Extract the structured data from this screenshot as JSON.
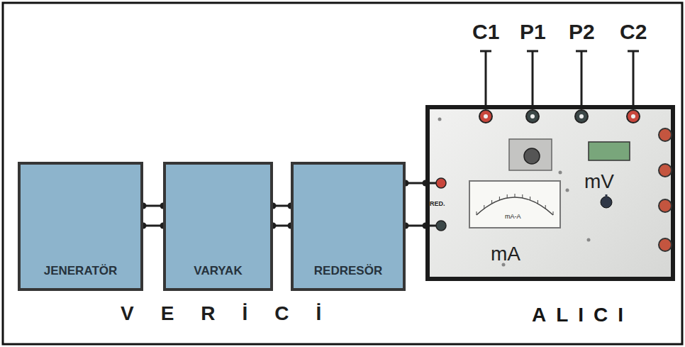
{
  "diagram": {
    "nodes": [
      {
        "text": [
          "JENERATÖR"
        ]
      },
      {
        "text": [
          "VARYAK"
        ]
      },
      {
        "text": [
          "REDRESÖR"
        ]
      },
      {
        "text": [
          "RED.",
          "mA-A",
          "mA",
          "mV",
          "ALICI"
        ]
      }
    ],
    "edges": [
      {
        "from": 0,
        "to": 1,
        "arrow": "none"
      },
      {
        "from": 0,
        "to": 1,
        "arrow": "none"
      },
      {
        "from": 1,
        "to": 2,
        "arrow": "none"
      },
      {
        "from": 1,
        "to": 2,
        "arrow": "none"
      },
      {
        "from": 2,
        "to": 3,
        "arrow": "none"
      },
      {
        "from": 2,
        "to": 3,
        "arrow": "none"
      }
    ],
    "labels": [
      "C1",
      "P1",
      "P2",
      "C2",
      "VERİCİ"
    ]
  }
}
